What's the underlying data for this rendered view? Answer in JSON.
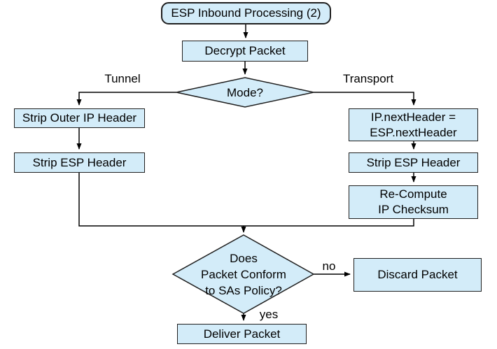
{
  "diagram": {
    "title": "ESP Inbound Processing (2)",
    "type": "flowchart",
    "colors": {
      "node_fill": "#d3ecf9",
      "node_border": "#1f1f1f",
      "connector": "#000000",
      "background": "#ffffff"
    },
    "nodes": {
      "start": "ESP Inbound Processing (2)",
      "decrypt": "Decrypt Packet",
      "mode": "Mode?",
      "strip_outer_ip": "Strip Outer IP Header",
      "strip_esp_left": "Strip ESP Header",
      "ip_next_header": "IP.nextHeader =\nESP.nextHeader",
      "strip_esp_right": "Strip ESP Header",
      "recompute_checksum": "Re-Compute\nIP Checksum",
      "policy_check": "Does\nPacket Conform\nto SAs Policy?",
      "discard": "Discard Packet",
      "deliver": "Deliver Packet"
    },
    "edge_labels": {
      "tunnel": "Tunnel",
      "transport": "Transport",
      "no": "no",
      "yes": "yes"
    }
  }
}
